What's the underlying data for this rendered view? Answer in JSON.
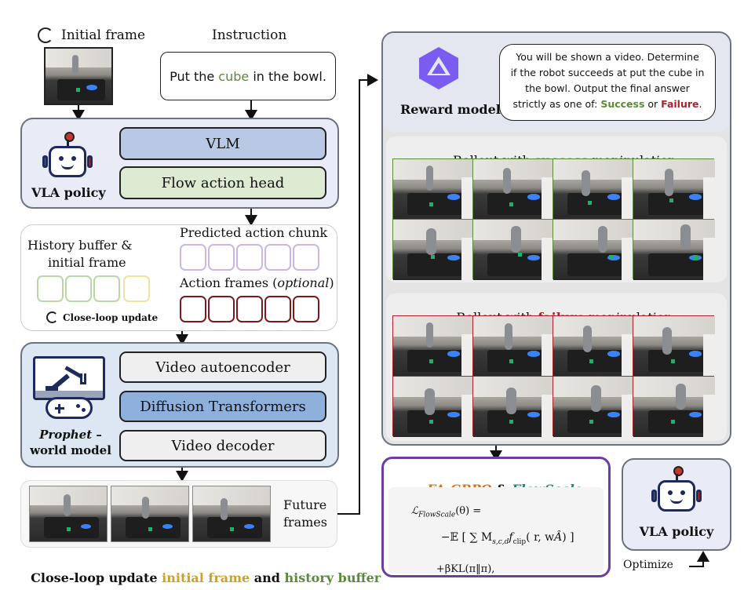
{
  "initial_frame_label": "Initial frame",
  "instruction_label": "Instruction",
  "instruction_text": {
    "pre": "Put the ",
    "highlight": "cube",
    "post": " in the bowl."
  },
  "vla": {
    "label": "VLA policy",
    "vlm": "VLM",
    "flow_head": "Flow action head"
  },
  "buffer": {
    "history_label_1": "History buffer &",
    "history_label_2": "initial frame",
    "close_loop": "Close-loop update",
    "predicted_chunk": "Predicted action chunk",
    "action_frames": "Action frames (",
    "action_frames_opt": "optional",
    "action_frames_end": ")"
  },
  "world_model": {
    "autoencoder": "Video autoencoder",
    "dit": "Diffusion Transformers",
    "decoder": "Video decoder",
    "name_italic": "Prophet",
    "name_dash": " –",
    "name_line2": "world model"
  },
  "future_frames": {
    "line1": "Future",
    "line2": "frames"
  },
  "bottom_caption": {
    "pre": "Close-loop update ",
    "initial": "initial frame",
    "and": " and ",
    "history": "history buffer"
  },
  "reward": {
    "label": "Reward model",
    "prompt_line1": "You will be shown a video. Determine",
    "prompt_line2": "if the robot succeeds at put the cube in",
    "prompt_line3": "the bowl. Output the final answer",
    "prompt_line4_pre": "strictly as one of: ",
    "success": "Success",
    "or": " or ",
    "failure": "Failure",
    "period": "."
  },
  "rollout_success": {
    "pre": "Rollout with ",
    "word": "success",
    "post": " manipulation"
  },
  "rollout_failure": {
    "pre": "Rollout with ",
    "word": "failure",
    "post": " manipulation"
  },
  "grpo": {
    "title_a": "FA-GRPO",
    "title_amp": " & ",
    "title_b": "FlowScale",
    "loss_lhs": "ℒ",
    "loss_sub": "FlowScale",
    "loss_arg": "(θ) =",
    "loss_line2": "−𝔼 [ ∑ M",
    "loss_sum_sub": "s,c,d",
    "loss_term": "f",
    "loss_clip": "clip",
    "loss_args": "( r",
    "loss_args2": ", w",
    "loss_adv": "Â",
    "loss_close": ") ]",
    "loss_line3": "+βKL(π",
    "loss_line3b": "‖π",
    "loss_line3c": "),"
  },
  "optimize_label": "Optimize",
  "vla_policy_right": "VLA policy",
  "colors": {
    "vla_bg": "#e9ecf7",
    "vlm_fill": "#b9c8e4",
    "flow_fill": "#dcebd2",
    "world_bg": "#dde6f3",
    "dit_fill": "#8fb0db",
    "box_fill": "#efefef",
    "success_green": "#5b8a3a",
    "failure_red": "#a8242a",
    "initial_gold": "#c9a227",
    "grpo_orange": "#c7782c",
    "flowscale_teal": "#2f7d72",
    "purple": "#6a3fa0",
    "predicted_purple": "#c9b6e6",
    "action_red": "#7a1a1f"
  },
  "icons": [
    "refresh-icon",
    "robot-icon",
    "robot-arm-monitor-icon",
    "gamepad-icon",
    "reward-model-logo-icon",
    "arrow-icon"
  ]
}
